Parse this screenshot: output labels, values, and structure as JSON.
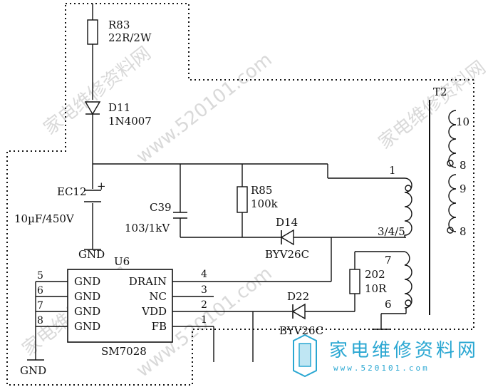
{
  "resistors": {
    "r83": {
      "ref": "R83",
      "value": "22R/2W"
    },
    "r85": {
      "ref": "R85",
      "value": "100k"
    },
    "r202": {
      "ref": "202",
      "value": "10R"
    }
  },
  "diodes": {
    "d11": {
      "ref": "D11",
      "part": "1N4007"
    },
    "d14": {
      "ref": "D14",
      "part": "BYV26C"
    },
    "d22": {
      "ref": "D22",
      "part": "BYV26C"
    }
  },
  "capacitors": {
    "ec12": {
      "ref": "EC12",
      "value": "10µF/450V"
    },
    "c39": {
      "ref": "C39",
      "value": "103/1kV"
    }
  },
  "ic": {
    "ref": "U6",
    "part": "SM7028",
    "left_pins": [
      {
        "num": "5",
        "name": "GND"
      },
      {
        "num": "6",
        "name": "GND"
      },
      {
        "num": "7",
        "name": "GND"
      },
      {
        "num": "8",
        "name": "GND"
      }
    ],
    "right_pins": [
      {
        "num": "4",
        "name": "DRAIN"
      },
      {
        "num": "3",
        "name": "NC"
      },
      {
        "num": "2",
        "name": "VDD"
      },
      {
        "num": "1",
        "name": "FB"
      }
    ]
  },
  "transformer": {
    "ref": "T2",
    "primary_top_pin": "1",
    "primary_bottom_pins": "3/4/5",
    "aux_top_pin": "7",
    "aux_bottom_pin": "6",
    "sec1_top_pin": "10",
    "sec1_bottom_pin": "8",
    "sec2_top_pin": "9",
    "sec2_bottom_pin": "8"
  },
  "grounds": {
    "upper": "GND",
    "lower": "GND"
  },
  "watermarks": {
    "text1": "家电维修资料网",
    "text2": "www.520101.com",
    "brand": "家电维修资料网",
    "brand_url": "www.520101.com"
  },
  "colors": {
    "line": "#111111",
    "brand": "#2aa7d2",
    "watermark": "#d9d9d9"
  }
}
